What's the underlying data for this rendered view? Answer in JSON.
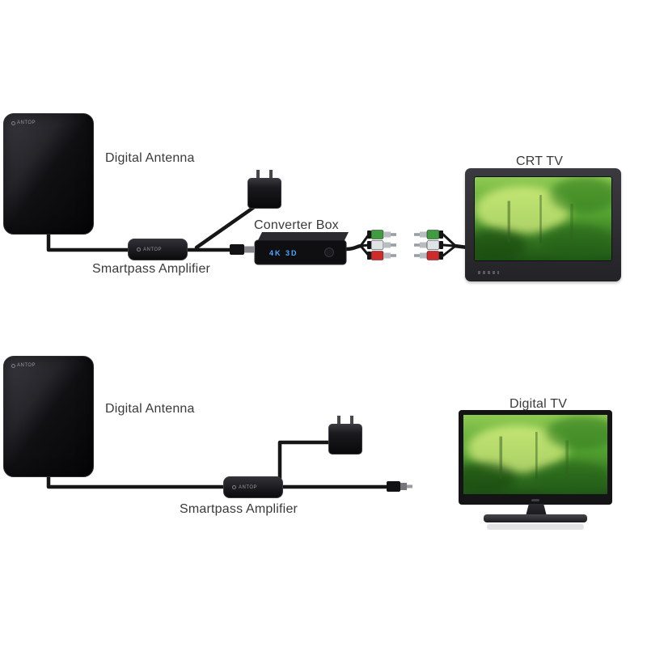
{
  "diagram": {
    "brand": "ANTOP",
    "top": {
      "antenna_label": "Digital Antenna",
      "amplifier_label": "Smartpass Amplifier",
      "converter_label": "Converter Box",
      "converter_display": "4K 3D",
      "tv_label": "CRT TV"
    },
    "bottom": {
      "antenna_label": "Digital Antenna",
      "amplifier_label": "Smartpass Amplifier",
      "tv_label": "Digital TV"
    },
    "icons": {
      "brand_logo": "circle-dot"
    },
    "colors": {
      "cable": "#161616",
      "label_text": "#3a3a3a",
      "display_blue": "#4da6ff",
      "screen_green": "#55a332",
      "rca": [
        "#3f9c3f",
        "#dfe3e6",
        "#cf2b2b"
      ]
    }
  }
}
